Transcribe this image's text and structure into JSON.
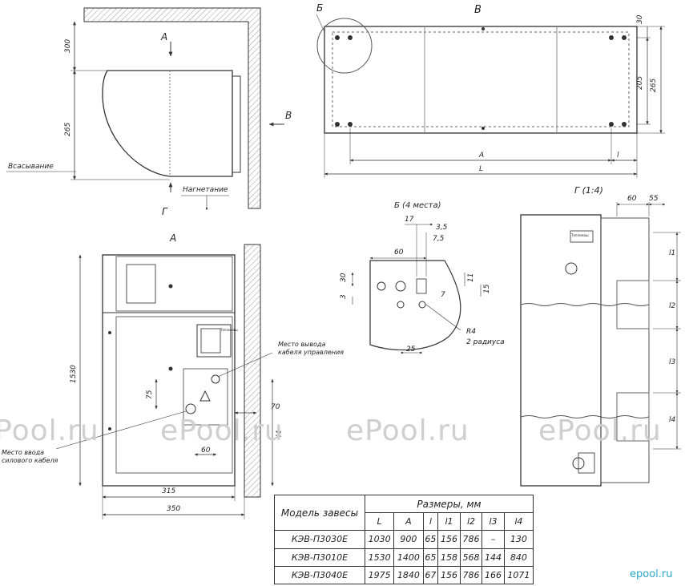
{
  "views": {
    "side": {
      "label_A": "А",
      "label_B": "В",
      "label_G": "Г",
      "dim_300": "300",
      "dim_265": "265",
      "suction": "Всасывание",
      "discharge": "Нагнетание"
    },
    "top": {
      "label_B_detail": "Б",
      "label_V": "В",
      "dim_30": "30",
      "dim_205": "205",
      "dim_265": "265",
      "dim_A": "A",
      "dim_l": "l",
      "dim_L": "L"
    },
    "front": {
      "label_A": "А",
      "dim_1530": "1530",
      "dim_75": "75",
      "dim_70": "70",
      "dim_60": "60",
      "dim_315": "315",
      "dim_350": "350",
      "dim_l4": "l4",
      "control_cable": "Место вывода кабеля управления",
      "power_cable": "Место ввода силового кабеля",
      "display_brand": "Тепломаш"
    },
    "detail": {
      "title": "Б (4 места)",
      "dim_17": "17",
      "dim_3_5": "3,5",
      "dim_7_5": "7,5",
      "dim_60": "60",
      "dim_30": "30",
      "dim_3": "3",
      "dim_11": "11",
      "dim_15": "15",
      "dim_7": "7",
      "dim_R4": "R4",
      "radii": "2 радиуса",
      "dim_25": "25"
    },
    "end": {
      "title": "Г (1:4)",
      "dim_60": "60",
      "dim_55": "55",
      "dim_l1": "l1",
      "dim_l2": "l2",
      "dim_l3": "l3",
      "dim_l4": "l4",
      "plate_brand": "Тепломаш"
    }
  },
  "watermark": "ePool.ru",
  "logo": "epool.ru",
  "table": {
    "header_model": "Модель завесы",
    "header_dims": "Размеры, мм",
    "columns": [
      "L",
      "A",
      "l",
      "l1",
      "l2",
      "l3",
      "l4"
    ],
    "rows": [
      {
        "model": "КЭВ-П3030Е",
        "values": [
          "1030",
          "900",
          "65",
          "156",
          "786",
          "–",
          "130"
        ]
      },
      {
        "model": "КЭВ-П3010Е",
        "values": [
          "1530",
          "1400",
          "65",
          "158",
          "568",
          "144",
          "840"
        ]
      },
      {
        "model": "КЭВ-П3040Е",
        "values": [
          "1975",
          "1840",
          "67",
          "156",
          "786",
          "166",
          "1071"
        ]
      }
    ]
  },
  "colors": {
    "line": "#333333",
    "thin": "#555555",
    "hatch": "#9a9a9a",
    "watermark": "#cfcfcf",
    "logo": "#28a8c8"
  }
}
